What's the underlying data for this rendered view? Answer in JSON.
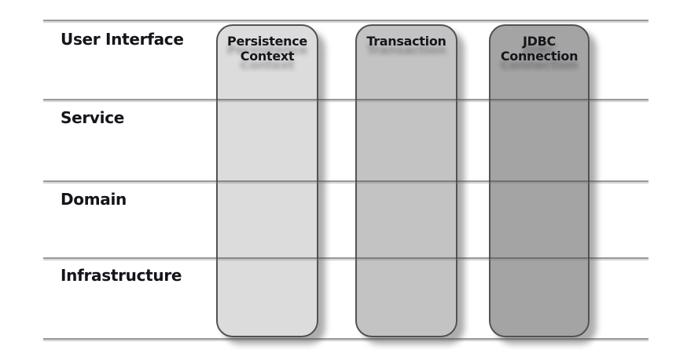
{
  "diagram": {
    "layers": [
      {
        "label": "User Interface"
      },
      {
        "label": "Service"
      },
      {
        "label": "Domain"
      },
      {
        "label": "Infrastructure"
      }
    ],
    "bars": [
      {
        "label": "Persistence Context",
        "color": "#dcdcdc"
      },
      {
        "label": "Transaction",
        "color": "#c3c3c3"
      },
      {
        "label": "JDBC Connection",
        "color": "#a4a4a4"
      }
    ],
    "colors": {
      "separator_line": "#8a8a8a",
      "bar_border": "#525252",
      "text": "#14141a",
      "background": "#ffffff"
    }
  }
}
